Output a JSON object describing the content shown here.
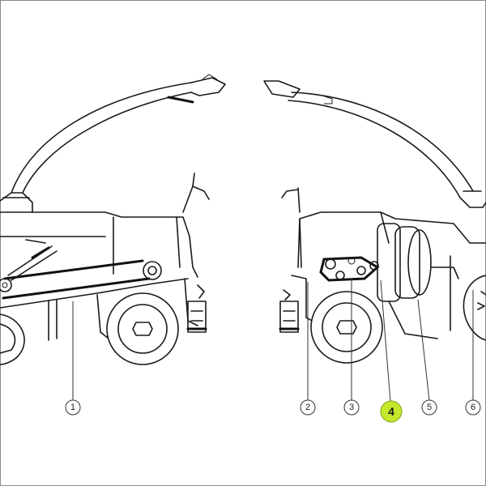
{
  "callouts": [
    {
      "label": "1",
      "highlighted": false
    },
    {
      "label": "2",
      "highlighted": false
    },
    {
      "label": "3",
      "highlighted": false
    },
    {
      "label": "4",
      "highlighted": true
    },
    {
      "label": "5",
      "highlighted": false
    },
    {
      "label": "6",
      "highlighted": false
    }
  ],
  "colors": {
    "highlight": "#c4e82a",
    "line": "#1a1a1a",
    "background": "#ffffff",
    "frame": "#8a8a8a"
  }
}
